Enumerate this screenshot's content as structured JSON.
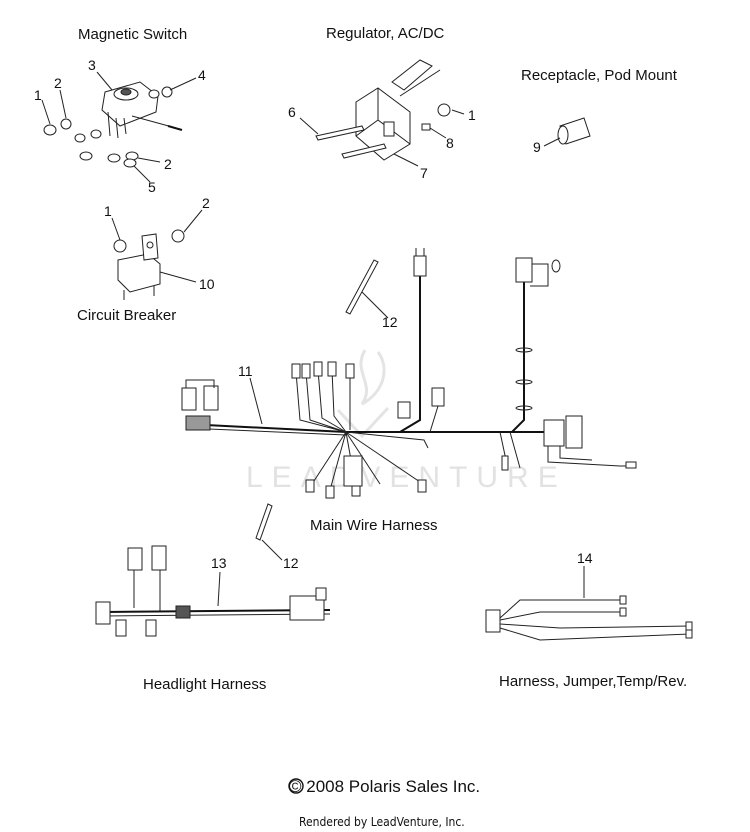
{
  "groups": {
    "magnetic_switch": "Magnetic Switch",
    "regulator": "Regulator, AC/DC",
    "receptacle": "Receptacle, Pod Mount",
    "circuit_breaker": "Circuit Breaker",
    "main_harness": "Main Wire Harness",
    "headlight_harness": "Headlight Harness",
    "jumper_harness": "Harness, Jumper,Temp/Rev."
  },
  "callouts": {
    "ms_1": "1",
    "ms_2a": "2",
    "ms_3": "3",
    "ms_4": "4",
    "ms_2b": "2",
    "ms_5": "5",
    "rg_6": "6",
    "rg_1": "1",
    "rg_8": "8",
    "rg_7": "7",
    "rc_9": "9",
    "cb_1": "1",
    "cb_2": "2",
    "cb_10": "10",
    "mh_12": "12",
    "mh_11": "11",
    "hh_12": "12",
    "hh_13": "13",
    "jh_14": "14"
  },
  "footer": {
    "copyright": "© 2008 Polaris Sales Inc.",
    "rendered_by": "Rendered by LeadVenture, Inc."
  },
  "watermark": "LEADVENTURE"
}
